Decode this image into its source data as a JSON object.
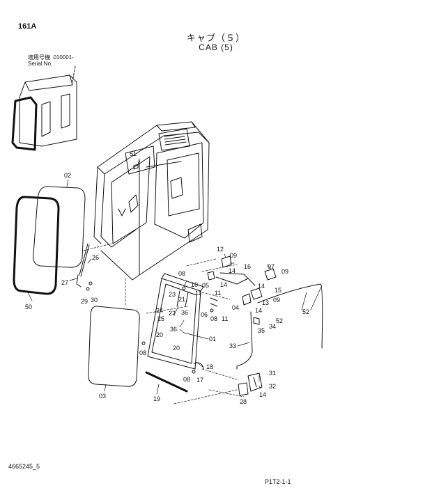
{
  "page": {
    "number": "161A",
    "title_jp": "キャブ（５）",
    "title_en": "CAB (5)",
    "serial_label_jp": "適用号機",
    "serial_value": "010001-",
    "serial_label_en": "Serial No.",
    "doc_number": "4665245_5",
    "ref_code": "P1T2-1-1"
  },
  "callouts": [
    {
      "id": "c-51",
      "text": "51"
    },
    {
      "id": "c-02",
      "text": "02"
    },
    {
      "id": "c-26",
      "text": "26"
    },
    {
      "id": "c-27",
      "text": "27"
    },
    {
      "id": "c-29",
      "text": "29"
    },
    {
      "id": "c-30",
      "text": "30"
    },
    {
      "id": "c-50",
      "text": "50"
    },
    {
      "id": "c-03",
      "text": "03"
    },
    {
      "id": "c-19",
      "text": "19"
    },
    {
      "id": "c-12",
      "text": "12"
    },
    {
      "id": "c-09a",
      "text": "09"
    },
    {
      "id": "c-16",
      "text": "16"
    },
    {
      "id": "c-14a",
      "text": "14"
    },
    {
      "id": "c-07",
      "text": "07"
    },
    {
      "id": "c-09b",
      "text": "09"
    },
    {
      "id": "c-08a",
      "text": "08"
    },
    {
      "id": "c-10",
      "text": "10"
    },
    {
      "id": "c-05",
      "text": "05"
    },
    {
      "id": "c-14b",
      "text": "14"
    },
    {
      "id": "c-11a",
      "text": "11"
    },
    {
      "id": "c-14c",
      "text": "14"
    },
    {
      "id": "c-15",
      "text": "15"
    },
    {
      "id": "c-23",
      "text": "23"
    },
    {
      "id": "c-21",
      "text": "21"
    },
    {
      "id": "c-11b",
      "text": "11"
    },
    {
      "id": "c-04",
      "text": "04"
    },
    {
      "id": "c-13",
      "text": "13"
    },
    {
      "id": "c-09c",
      "text": "09"
    },
    {
      "id": "c-24",
      "text": "24"
    },
    {
      "id": "c-22",
      "text": "22"
    },
    {
      "id": "c-36a",
      "text": "36"
    },
    {
      "id": "c-06",
      "text": "06"
    },
    {
      "id": "c-08b",
      "text": "08"
    },
    {
      "id": "c-11c",
      "text": "11"
    },
    {
      "id": "c-14d",
      "text": "14"
    },
    {
      "id": "c-25",
      "text": "25"
    },
    {
      "id": "c-52a",
      "text": "52"
    },
    {
      "id": "c-52b",
      "text": "52"
    },
    {
      "id": "c-34",
      "text": "34"
    },
    {
      "id": "c-35",
      "text": "35"
    },
    {
      "id": "c-36b",
      "text": "36"
    },
    {
      "id": "c-20a",
      "text": "20"
    },
    {
      "id": "c-01",
      "text": "01"
    },
    {
      "id": "c-33",
      "text": "33"
    },
    {
      "id": "c-20b",
      "text": "20"
    },
    {
      "id": "c-08c",
      "text": "08"
    },
    {
      "id": "c-18",
      "text": "18"
    },
    {
      "id": "c-08d",
      "text": "08"
    },
    {
      "id": "c-17",
      "text": "17"
    },
    {
      "id": "c-31",
      "text": "31"
    },
    {
      "id": "c-32",
      "text": "32"
    },
    {
      "id": "c-14e",
      "text": "14"
    },
    {
      "id": "c-28",
      "text": "28"
    }
  ],
  "style": {
    "line_color": "#111111",
    "background": "#ffffff"
  }
}
